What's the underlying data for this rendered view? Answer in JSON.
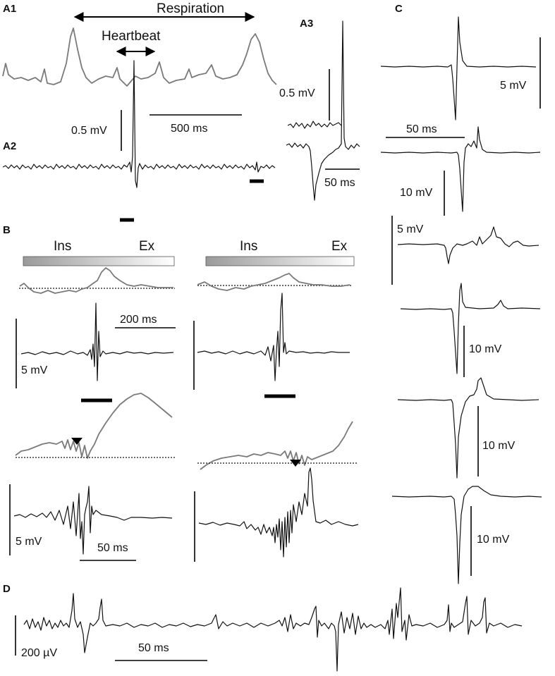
{
  "panels": {
    "a1": "A1",
    "a2": "A2",
    "a3": "A3",
    "b": "B",
    "c": "C",
    "d": "D"
  },
  "a1": {
    "respiration": "Respiration",
    "heartbeat": "Heartbeat",
    "amp": "0.5 mV",
    "time": "500 ms"
  },
  "a3": {
    "amp": "0.5 mV",
    "time": "50 ms"
  },
  "b": {
    "ins_left": "Ins",
    "ex_left": "Ex",
    "ins_right": "Ins",
    "ex_right": "Ex",
    "time_200": "200 ms",
    "amp_top": "5 mV",
    "amp_bottom": "5 mV",
    "time_50": "50 ms"
  },
  "c": {
    "amp1": "5 mV",
    "time": "50 ms",
    "amp2": "10 mV",
    "amp3": "5 mV",
    "amp4": "10 mV",
    "amp5": "10 mV",
    "amp6": "10 mV"
  },
  "d": {
    "amp": "200 µV",
    "time": "50 ms"
  },
  "colors": {
    "trace": "#111111",
    "respiration_trace": "#7a7a7a",
    "gradient_start": "#9a9a9a",
    "gradient_end": "#ffffff"
  }
}
